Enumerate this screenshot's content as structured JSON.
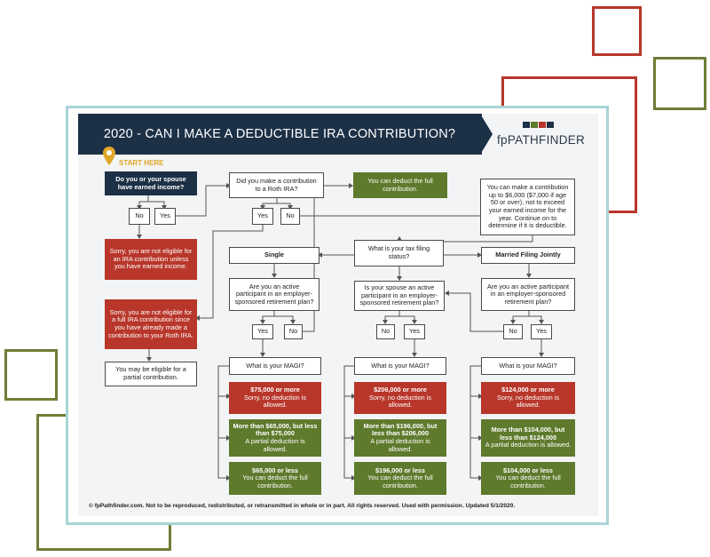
{
  "title": "2020 - CAN I MAKE A DEDUCTIBLE IRA CONTRIBUTION?",
  "brand": "fpPATHFINDER",
  "start_label": "START HERE",
  "colors": {
    "navy": "#1c3046",
    "red": "#b8362a",
    "green": "#5e7a2c",
    "teal": "#a9d4d6",
    "gold": "#e0a626",
    "olive": "#6f7d36"
  },
  "nodes": {
    "earned_income_q": "Do you or your spouse have earned income?",
    "no1": "No",
    "yes1": "Yes",
    "not_eligible_earned": "Sorry, you are not eligible for an IRA contribution unless you have earned income.",
    "roth_q": "Did you make a contribution to a Roth IRA?",
    "yes2": "Yes",
    "no2": "No",
    "not_eligible_roth": "Sorry, you are not eligible for a full IRA contribution since you have already made a contribution to your Roth IRA.",
    "partial_eligible": "You may be eligible for a partial contribution.",
    "full_deduct_top": "You can deduct the full contribution.",
    "limit_info": "You can make a contribution up to $6,000 ($7,000 if age 50 or over), not to exceed your earned income for the year. Continue on to determine if it is deductible.",
    "tax_status_q": "What is your tax filing status?",
    "single": "Single",
    "mfj": "Married Filing Jointly",
    "single_plan_q": "Are you an active participant in an employer-sponsored retirement plan?",
    "spouse_plan_q": "Is your spouse an active participant in an employer-sponsored retirement plan?",
    "mfj_plan_q": "Are you an active participant in an employer-sponsored retirement plan?",
    "yes3": "Yes",
    "no3": "No",
    "no4": "No",
    "yes4": "Yes",
    "no5": "No",
    "yes5": "Yes",
    "magi1": "What is your MAGI?",
    "magi2": "What is your MAGI?",
    "magi3": "What is your MAGI?",
    "c1_r_h": "$75,000 or more",
    "c1_r_s": "Sorry, no deduction is allowed.",
    "c1_p_h": "More than $65,000, but less than $75,000",
    "c1_p_s": "A partial deduction is allowed.",
    "c1_f_h": "$65,000 or less",
    "c1_f_s": "You can deduct the full contribution.",
    "c2_r_h": "$206,000 or more",
    "c2_r_s": "Sorry, no deduction is allowed.",
    "c2_p_h": "More than $196,000, but less than $206,000",
    "c2_p_s": "A partial deduction is allowed.",
    "c2_f_h": "$196,000 or less",
    "c2_f_s": "You can deduct the full contribution.",
    "c3_r_h": "$124,000 or more",
    "c3_r_s": "Sorry, no deduction is allowed.",
    "c3_p_h": "More than $104,000, but less than $124,000",
    "c3_p_s": "A partial deduction is allowed.",
    "c3_f_h": "$104,000 or less",
    "c3_f_s": "You can deduct the full contribution."
  },
  "footer": "© fpPathfinder.com. Not to be reproduced, redistributed, or retransmitted in whole or in part. All rights reserved. Used with permission. Updated 5/1/2020."
}
